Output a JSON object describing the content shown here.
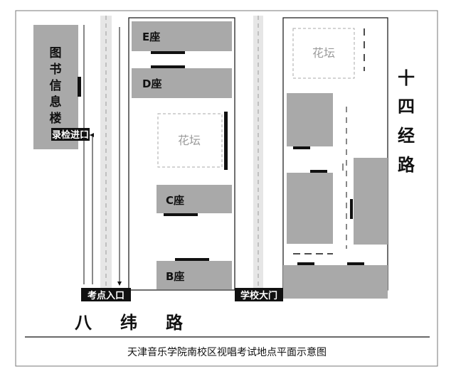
{
  "library": {
    "chars": [
      "图",
      "书",
      "信",
      "息",
      "楼"
    ]
  },
  "buildings": {
    "e": "E座",
    "d": "D座",
    "c": "C座",
    "b": "B座"
  },
  "flower_beds": [
    "花坛",
    "花坛"
  ],
  "tags": {
    "recording_entrance": "录检进口",
    "exam_entrance": "考点入口",
    "school_gate": "学校大门"
  },
  "roads": {
    "bottom": [
      "八",
      "纬",
      "路"
    ],
    "right": [
      "十",
      "四",
      "经",
      "路"
    ]
  },
  "caption": "天津音乐学院南校区视唱考试地点平面示意图",
  "colors": {
    "building_fill": "#a9a9a9",
    "road_fill": "#e6e6e6",
    "dark": "#111111"
  }
}
